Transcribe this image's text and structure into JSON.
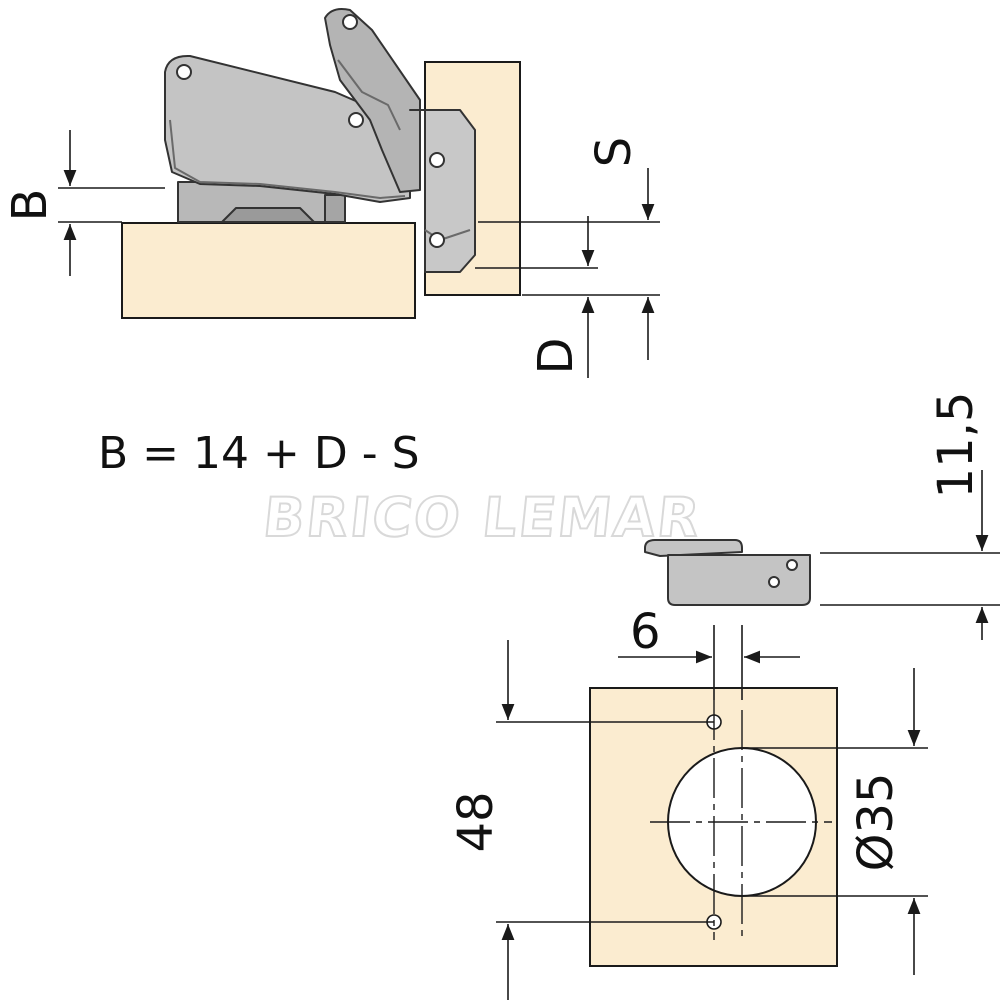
{
  "labels": {
    "B": "B",
    "S": "S",
    "D": "D",
    "height": "11,5",
    "offset": "6",
    "spacing": "48",
    "diameter": "Ø35"
  },
  "formula": "B = 14 + D - S",
  "watermark": "BRICO LEMAR",
  "colors": {
    "wood": "#fbecd0",
    "metal": "#bebebe",
    "metal_dark": "#9a9a9a",
    "line": "#1a1a1a"
  }
}
